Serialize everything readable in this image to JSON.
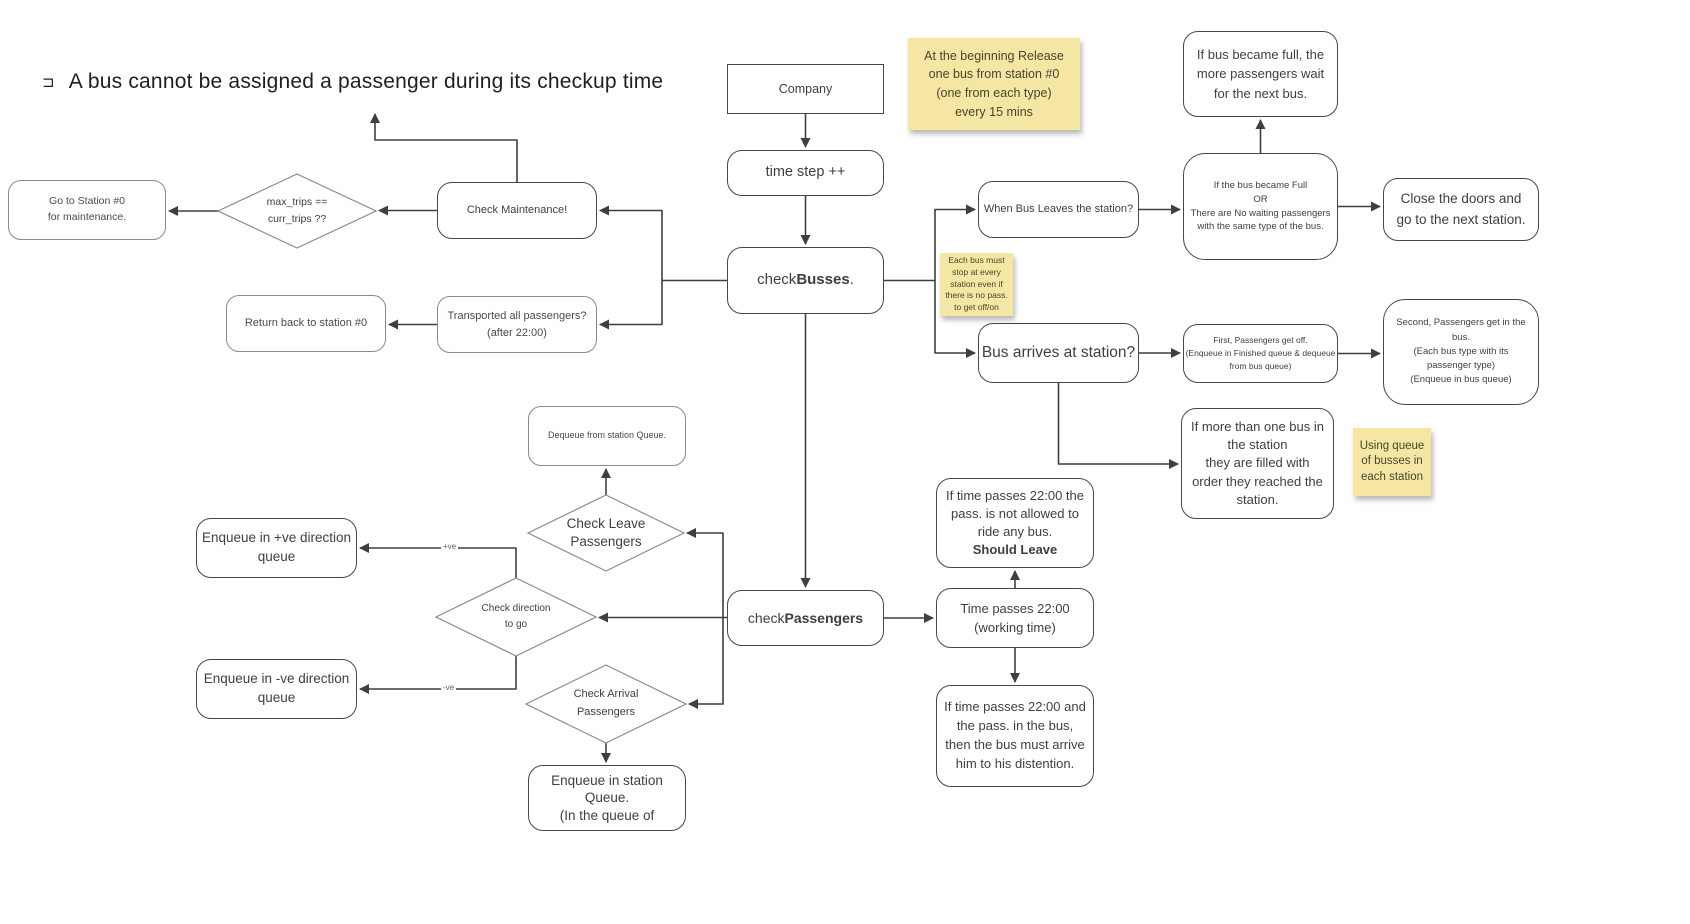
{
  "title": {
    "bullet": "⊐",
    "text": "A bus cannot be assigned a passenger during its checkup time"
  },
  "nodes": {
    "company": "Company",
    "time_step": "time step ++",
    "check_busses_prefix": "check ",
    "check_busses_bold": "Busses",
    "check_busses_suffix": ".",
    "check_passengers_prefix": "check ",
    "check_passengers_bold": "Passengers",
    "check_maintenance": "Check Maintenance!",
    "max_trips": "max_trips ==\ncurr_trips ??",
    "goto_station": "Go to Station #0\nfor maintenance.",
    "return_back": "Return back to station #0",
    "transported": "Transported all passengers?\n(after 22:00)",
    "when_bus_leaves": "When Bus Leaves the station?",
    "bus_full_or": "If the bus became Full\nOR\nThere are No waiting passengers\nwith the same type of the bus.",
    "bus_became_full": "If bus became full, the\nmore passengers wait\nfor the next bus.",
    "close_doors": "Close the doors and\ngo to the next station.",
    "bus_arrives": "Bus arrives at station?",
    "first_off": "First, Passengers get off.\n(Enqueue in Finished queue & dequeue\nfrom bus queue)",
    "second_in": "Second, Passengers get in the\nbus.\n(Each bus type with its\npassenger type)\n(Enqueue in bus queue)",
    "more_than_one": "If more than one bus in\nthe station\nthey are filled with\norder they reached the\nstation.",
    "dequeue_station": "Dequeue from station Queue.",
    "check_leave": "Check Leave\nPassengers",
    "enqueue_pos": "Enqueue in +ve direction\nqueue",
    "check_direction": "Check direction\nto go",
    "enqueue_neg": "Enqueue in -ve direction\nqueue",
    "check_arrival": "Check Arrival\nPassengers",
    "enqueue_station": "Enqueue in station\nQueue.\n(In the queue of",
    "time_passes": "Time passes 22:00\n(working time)",
    "not_allowed_text": "If time passes 22:00 the\npass. is not allowed to\nride any bus.",
    "not_allowed_bold": "Should Leave",
    "in_bus": "If time passes 22:00 and\nthe pass. in the bus,\nthen the bus must arrive\nhim to his distention."
  },
  "notes": {
    "release": "At the beginning Release\none bus from station #0\n(one from each type)\nevery 15 mins",
    "stop_every": "Each bus must\nstop at every\nstation even if\nthere is no pass.\nto get off/on",
    "queue_busses": "Using queue\nof busses in\neach station"
  },
  "edge_labels": {
    "pos": "+ve",
    "neg": "-ve"
  },
  "colors": {
    "note_bg": "#f5e7a3",
    "line": "#3f3f3f",
    "box_border": "#474747"
  }
}
